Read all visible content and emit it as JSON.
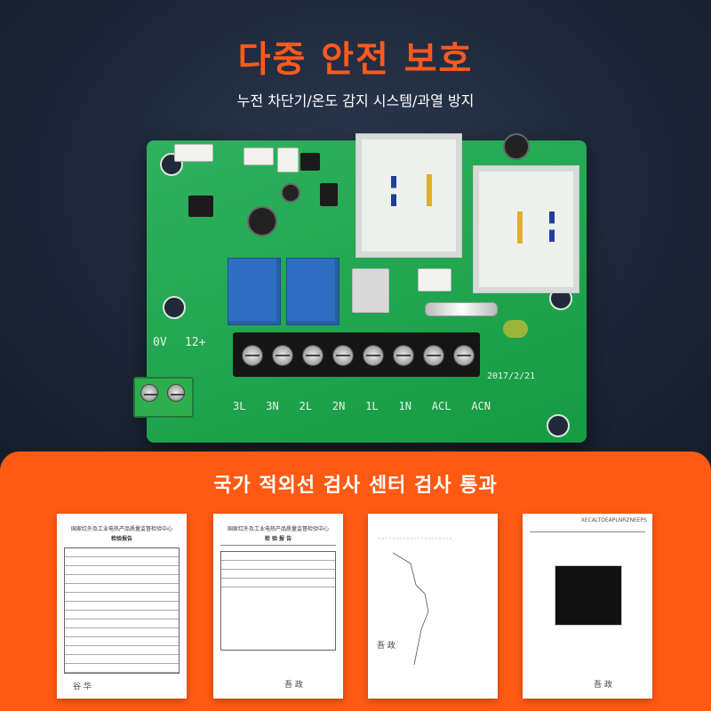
{
  "header": {
    "title": "다중 안전 보호",
    "subtitle": "누전 차단기/온도 감지 시스템/과열 방지"
  },
  "board": {
    "silk_0v": "0V",
    "silk_12v": "12+",
    "silk_date": "2017/2/21",
    "terminal_labels": [
      "3L",
      "3N",
      "2L",
      "2N",
      "1L",
      "1N",
      "ACL",
      "ACN"
    ]
  },
  "certification": {
    "title": "국가 적외선 검사 센터 검사 통과",
    "documents": [
      {
        "header": "国家红外及工业电热产品质量监督检验中心",
        "sub": "检验报告",
        "signature": "谷 华"
      },
      {
        "header": "国家红外及工业电热产品质量监督检验中心",
        "sub": "检 验 报 告",
        "signature": "吾 政"
      },
      {
        "header": "",
        "sub": "",
        "signature": "吾 政"
      },
      {
        "header": "XECALTOEAPLNRZNEEPS",
        "sub": "",
        "signature": "吾 政"
      }
    ]
  },
  "colors": {
    "accent": "#ff5a14",
    "title": "#ff5a1e",
    "background": "#1c2536",
    "pcb": "#17a84a"
  }
}
